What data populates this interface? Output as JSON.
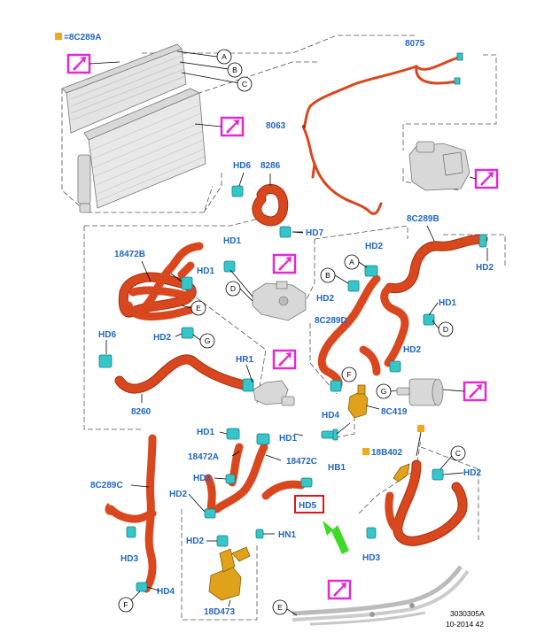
{
  "legend": {
    "text": "=8C289A",
    "swatch_color": "#f2a81c"
  },
  "part_labels": {
    "p8075": "8075",
    "p8063": "8063",
    "p8286": "8286",
    "p18472B": "18472B",
    "p8C289B": "8C289B",
    "p8C289D": "8C289D",
    "p8260": "8260",
    "p8C419": "8C419",
    "p18472A": "18472A",
    "p18472C": "18472C",
    "p18B402": "18B402",
    "p8C289C": "8C289C",
    "p18D473": "18D473"
  },
  "clamp_labels": {
    "hd6_top": "HD6",
    "hd7": "HD7",
    "hd1_a": "HD1",
    "hd1_b": "HD1",
    "hd2_a": "HD2",
    "hd6_mid": "HD6",
    "hr1": "HR1",
    "hd2_r1": "HD2",
    "hd2_r2": "HD2",
    "hd2_r3": "HD2",
    "hd1_r": "HD1",
    "hd2_r4": "HD2",
    "hd4_r": "HD4",
    "hb1": "HB1",
    "hd1_c1": "HD1",
    "hd1_c2": "HD1",
    "hd2_c1": "HD2",
    "hd2_c2": "HD2",
    "hd2_c3": "HD2",
    "hd5": "HD5",
    "hn1": "HN1",
    "hd3_l": "HD3",
    "hd4_l": "HD4",
    "hd3_r": "HD3",
    "hd2_br": "HD2"
  },
  "callout_letters": {
    "a1": "A",
    "b1": "B",
    "c1": "C",
    "d1": "D",
    "e1": "E",
    "g1": "G",
    "a2": "A",
    "b2": "B",
    "d2": "D",
    "f1": "F",
    "g2": "G",
    "c2": "C",
    "f2": "F",
    "e2": "E"
  },
  "footer": {
    "figure_id": "3030305A",
    "date_code": "10-2014 42"
  },
  "colors": {
    "label_blue": "#1f66c4",
    "hose_red": "#d9471f",
    "clamp_cyan": "#35c6c9",
    "view_magenta": "#e02bd0",
    "highlight_red": "#e0151a",
    "arrow_green": "#3fd927",
    "part_gold": "#e1a21b"
  },
  "highlight": {
    "item": "HD5",
    "color": "#e0151a",
    "arrow": "green-pointer-arrow"
  }
}
